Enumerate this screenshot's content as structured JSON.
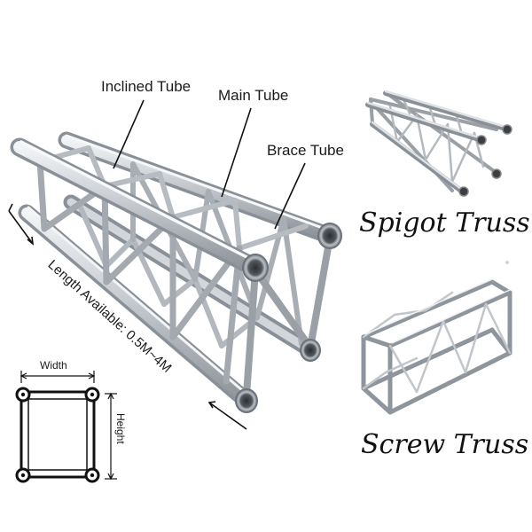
{
  "callouts": {
    "inclined_tube": "Inclined Tube",
    "main_tube": "Main Tube",
    "brace_tube": "Brace Tube"
  },
  "length_label": "Length Available: 0.5M~4M",
  "cross_section": {
    "width_label": "Width",
    "height_label": "Height"
  },
  "types": {
    "spigot": "Spigot Truss",
    "screw": "Screw Truss"
  },
  "colors": {
    "tube": "#c9cdd2",
    "tube_dark": "#8e949b",
    "text": "#1a1a1a"
  }
}
